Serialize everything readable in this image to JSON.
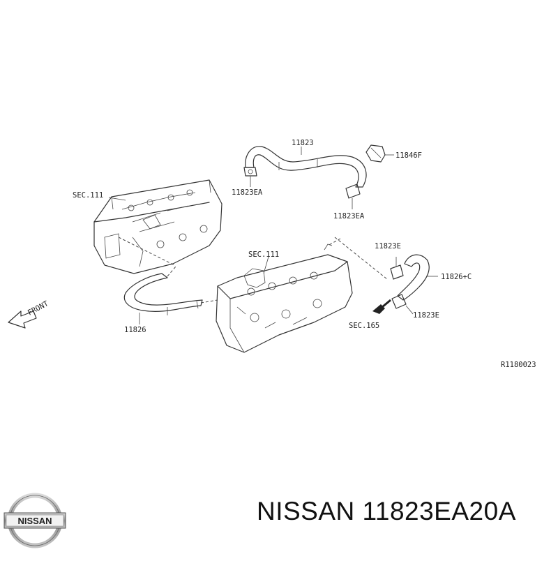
{
  "diagram": {
    "labels": {
      "hose_top": "11823",
      "clamp_top_right": "11846F",
      "clamp_top_left": "11823EA",
      "clamp_top_mid": "11823EA",
      "sec_upper_left": "SEC.111",
      "sec_center": "SEC.111",
      "clamp_right_top": "11823E",
      "hose_right": "11826+C",
      "clamp_right_bottom": "11823E",
      "sec_right": "SEC.165",
      "hose_bottom_left": "11826",
      "front": "FRONT",
      "ref_code": "R1180023"
    }
  },
  "brand": {
    "logo_text": "NISSAN",
    "caption": "NISSAN 11823EA20A"
  }
}
